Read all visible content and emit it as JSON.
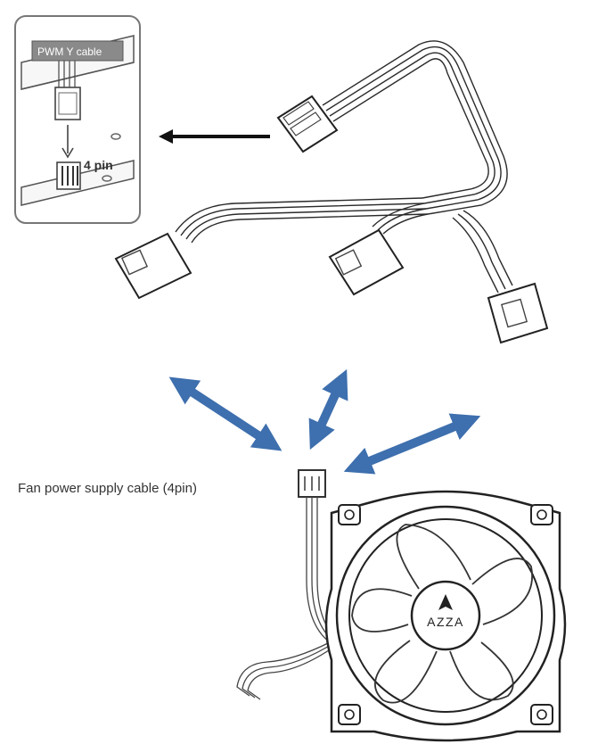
{
  "inset": {
    "cable_label": "PWM Y cable",
    "header_label": "4 pin"
  },
  "fan_cable_label": "Fan power supply cable (4pin)",
  "fan_logo_text": "AZZA",
  "colors": {
    "arrow_blue": "#3e6fae",
    "line": "#2a2a2a",
    "black_arrow": "#111111"
  }
}
